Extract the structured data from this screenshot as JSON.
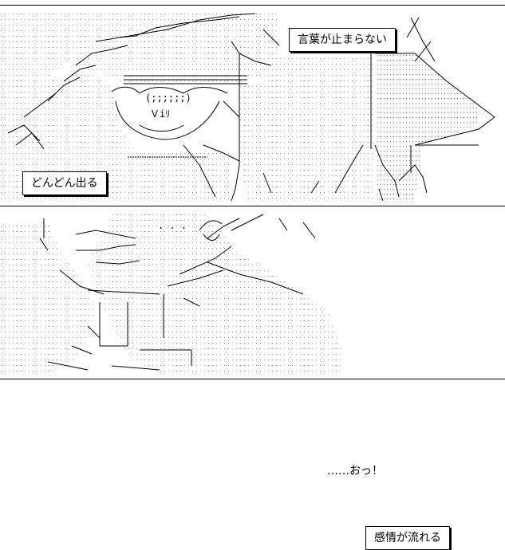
{
  "captions": {
    "words_overflow": "言葉が止まらない",
    "dondon": "どんどん出る",
    "emotion": "感情が流れる"
  },
  "exclamation": "……おっ！",
  "art": {
    "top_face_glyphs": "(;;;;;;)",
    "top_mouth_glyphs": "Ｖiﾘ",
    "stroke_color": "#000000",
    "dot_color": "#8a8a8a"
  }
}
